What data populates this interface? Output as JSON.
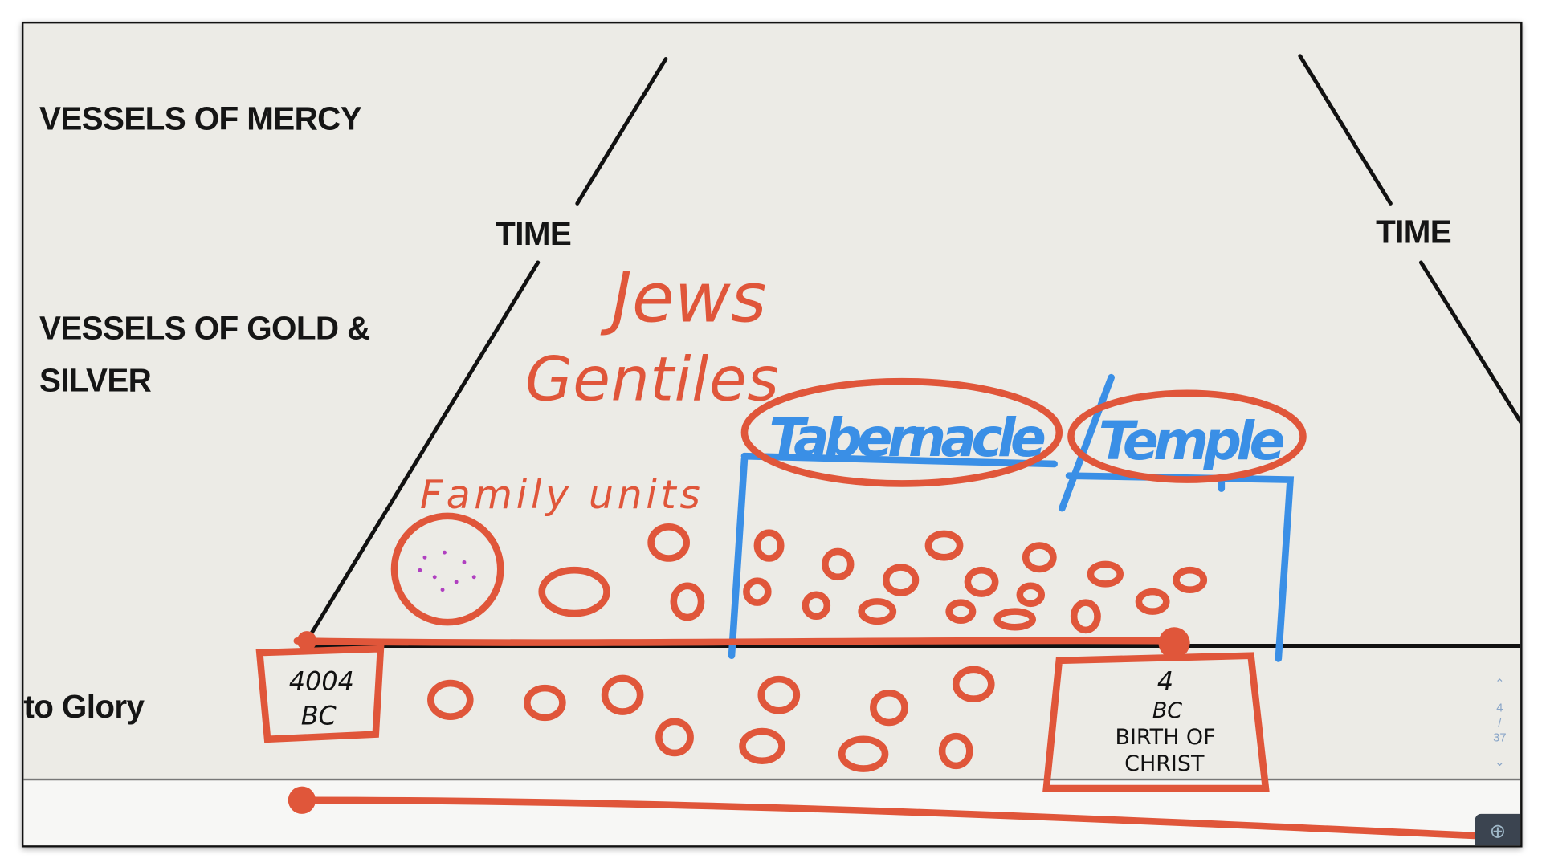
{
  "slide": {
    "labels": {
      "vessels_mercy": "VESSELS OF MERCY",
      "time_left": "TIME",
      "time_right": "TIME",
      "vessels_gold_1": "VESSELS OF GOLD &",
      "vessels_gold_2": "SILVER",
      "to_glory": "to Glory"
    },
    "annotations": {
      "jews": "Jews",
      "gentiles": "Gentiles",
      "family_units": "Family units",
      "tabernacle": "Tabernacle",
      "temple": "Temple",
      "date_start_1": "4004",
      "date_start_2": "BC",
      "date_end_1": "4",
      "date_end_2": "BC",
      "date_end_3": "BIRTH OF",
      "date_end_4": "CHRIST"
    },
    "colors": {
      "ink_red": "#e0563a",
      "ink_blue": "#3a8fe6",
      "ink_black": "#111111"
    }
  },
  "pager": {
    "up_icon": "chevron-up-icon",
    "current": "4",
    "separator": "/",
    "total": "37",
    "down_icon": "chevron-down-icon"
  },
  "zoom_button": {
    "icon": "zoom-in-icon",
    "glyph": "⊕"
  }
}
